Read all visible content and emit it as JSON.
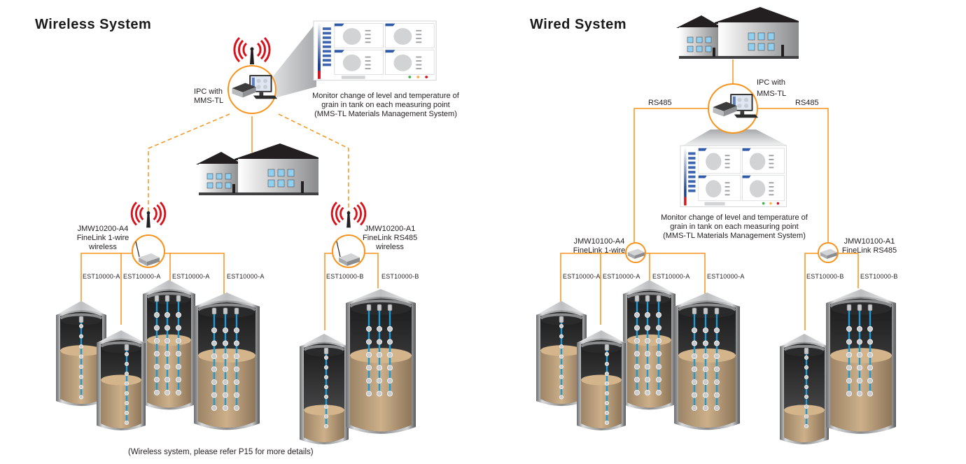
{
  "wireless": {
    "title": "Wireless System",
    "ipc_label_line1": "IPC with",
    "ipc_label_line2": "MMS-TL",
    "monitor_desc_line1": "Monitor change of level and temperature of",
    "monitor_desc_line2": "grain in tank on each measuring point",
    "monitor_desc_line3": "(MMS-TL Materials Management System)",
    "gateway_a4": {
      "line1": "JMW10200-A4",
      "line2": "FineLink 1-wire",
      "line3": "wireless"
    },
    "gateway_a1": {
      "line1": "JMW10200-A1",
      "line2": "FineLink RS485",
      "line3": "wireless"
    },
    "sensors": [
      "EST10000-A",
      "EST10000-A",
      "EST10000-A",
      "EST10000-A",
      "EST10000-B",
      "EST10000-B"
    ],
    "footnote": "(Wireless system, please refer P15 for more details)"
  },
  "wired": {
    "title": "Wired System",
    "ipc_label_line1": "IPC with",
    "ipc_label_line2": "MMS-TL",
    "bus_left": "RS485",
    "bus_right": "RS485",
    "monitor_desc_line1": "Monitor change of level and temperature of",
    "monitor_desc_line2": "grain in tank on each measuring point",
    "monitor_desc_line3": "(MMS-TL Materials Management System)",
    "gateway_a4": {
      "line1": "JMW10100-A4",
      "line2": "FineLink 1-wire"
    },
    "gateway_a1": {
      "line1": "JMW10100-A1",
      "line2": "FineLink RS485"
    },
    "sensors": [
      "EST10000-A",
      "EST10000-A",
      "EST10000-A",
      "EST10000-A",
      "EST10000-B",
      "EST10000-B"
    ]
  },
  "colors": {
    "link_orange": "#f7941d",
    "signal_red": "#d7141d",
    "probe_blue": "#1e9ad6",
    "grain": "#c9a77a"
  }
}
